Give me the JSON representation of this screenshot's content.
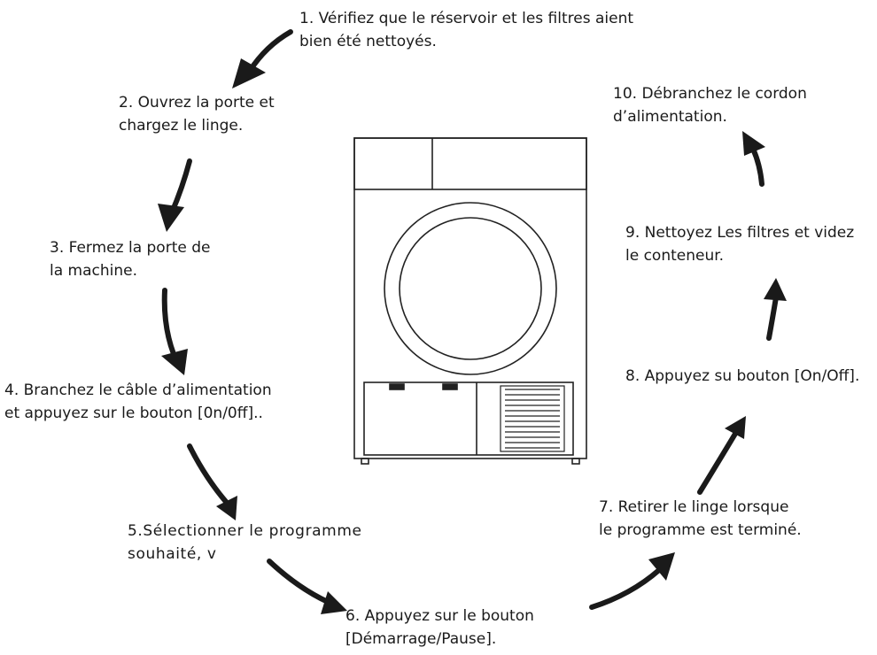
{
  "steps": [
    {
      "lines": [
        "1. Vérifiez que le réservoir et les filtres aient",
        "bien été nettoyés."
      ]
    },
    {
      "lines": [
        "2. Ouvrez la porte et",
        "chargez le linge."
      ]
    },
    {
      "lines": [
        "3. Fermez la porte de",
        "la machine."
      ]
    },
    {
      "lines": [
        "4. Branchez le câble d’alimentation",
        "et appuyez sur le bouton [0n/0ff].."
      ]
    },
    {
      "lines": [
        "5.Sélectionner le programme",
        "souhaité, v"
      ]
    },
    {
      "lines": [
        "6. Appuyez sur le bouton",
        "[Démarrage/Pause]."
      ]
    },
    {
      "lines": [
        "7. Retirer le linge lorsque",
        "le programme est terminé."
      ]
    },
    {
      "lines": [
        "8. Appuyez su bouton [On/Off]."
      ]
    },
    {
      "lines": [
        "9. Nettoyez Les filtres et videz",
        "le conteneur."
      ]
    },
    {
      "lines": [
        "10. Débranchez le cordon",
        "d’alimentation."
      ]
    }
  ],
  "colors": {
    "ink": "#1a1a1a",
    "machine_stroke": "#222222",
    "background": "#ffffff"
  },
  "icons": {
    "machine": "tumble-dryer-icon",
    "arrow": "curved-arrow-icon"
  }
}
